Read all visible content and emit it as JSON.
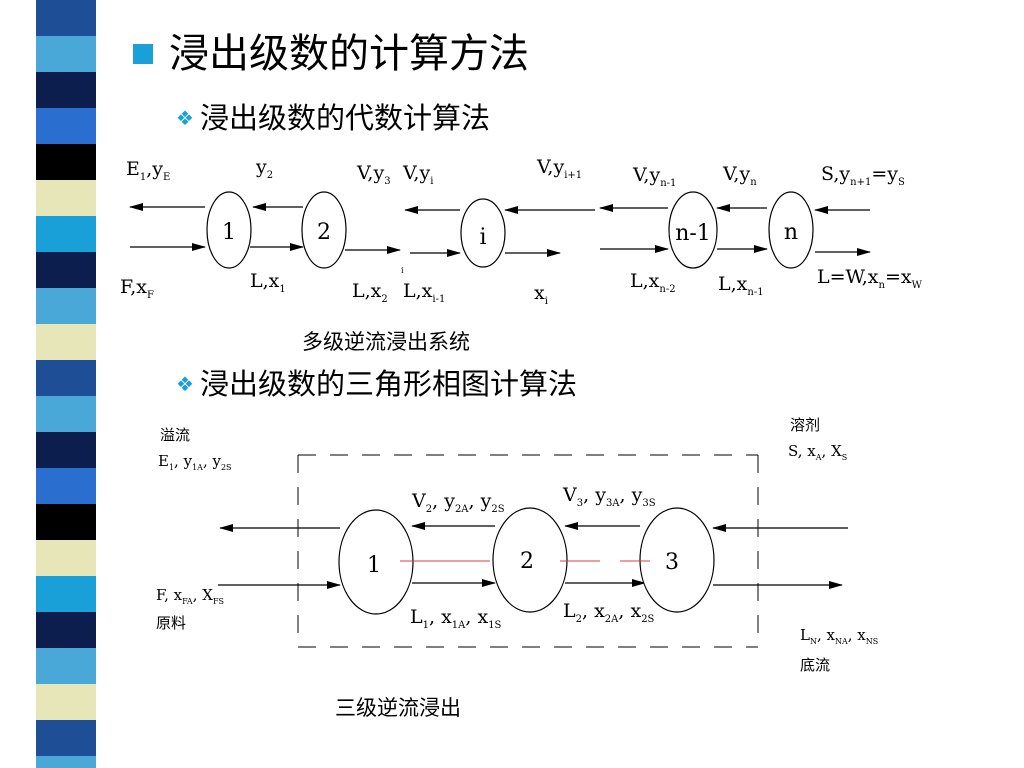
{
  "title": "浸出级数的计算方法",
  "subtitle_algebraic": "浸出级数的代数计算法",
  "subtitle_triangle": "浸出级数的三角形相图计算法",
  "diagram1": {
    "caption": "多级逆流浸出系统",
    "stages": [
      "1",
      "2",
      "i",
      "n-1",
      "n"
    ],
    "labels": {
      "e1ye": [
        "E",
        "1",
        ",y",
        "E"
      ],
      "y2": [
        "y",
        "2"
      ],
      "vy3": [
        "V,y",
        "3"
      ],
      "vyi": [
        "V,y",
        "i"
      ],
      "vyi1": [
        "V,y",
        "i+1"
      ],
      "vyn1": [
        "V,y",
        "n-1"
      ],
      "vyn": [
        "V,y",
        "n"
      ],
      "syn1": [
        "S,y",
        "n+1",
        "=y",
        "S"
      ],
      "fxf": [
        "F,x",
        "F"
      ],
      "lx1": [
        "L,x",
        "1"
      ],
      "lx2": [
        "L,x",
        "2"
      ],
      "lxi1": [
        "L,x",
        "i-1"
      ],
      "xi": [
        "x",
        "i"
      ],
      "lxn2": [
        "L,x",
        "n-2"
      ],
      "lxn1": [
        "L,x",
        "n-1"
      ],
      "lw": [
        "L=W,x",
        "n",
        "=x",
        "W"
      ],
      "tiny_i": "i"
    }
  },
  "diagram2": {
    "caption": "三级逆流浸出",
    "stages": [
      "1",
      "2",
      "3"
    ],
    "overflow": "溢流",
    "overflow_sym": [
      "E",
      "1",
      ", y",
      "1A",
      ", y",
      "2S"
    ],
    "solvent": "溶剂",
    "solvent_sym": [
      "S, x",
      "A",
      ", X",
      "S"
    ],
    "feed_sym": [
      "F, x",
      "FA",
      ", X",
      "FS"
    ],
    "feed": "原料",
    "underflow_sym": [
      "L",
      "N",
      ", x",
      "NA",
      ", x",
      "NS"
    ],
    "underflow": "底流",
    "v2": [
      "V",
      "2",
      ", y",
      "2A",
      ", y",
      "2S"
    ],
    "v3": [
      "V",
      "3",
      ", y",
      "3A",
      ", y",
      "3S"
    ],
    "l1": [
      "L",
      "1",
      ", x",
      "1A",
      ", x",
      "1S"
    ],
    "l2": [
      "L",
      "2",
      ", x",
      "2A",
      ", x",
      "2S"
    ]
  },
  "colors": {
    "accent": "#1aa0d8",
    "stripe": [
      "#1e4f96",
      "#4aa8d8",
      "#0c1e4e",
      "#2a6fd0",
      "#000000",
      "#e6e6b8",
      "#1aa0d8",
      "#0c1e4e",
      "#4aa8d8",
      "#e6e6b8"
    ]
  }
}
